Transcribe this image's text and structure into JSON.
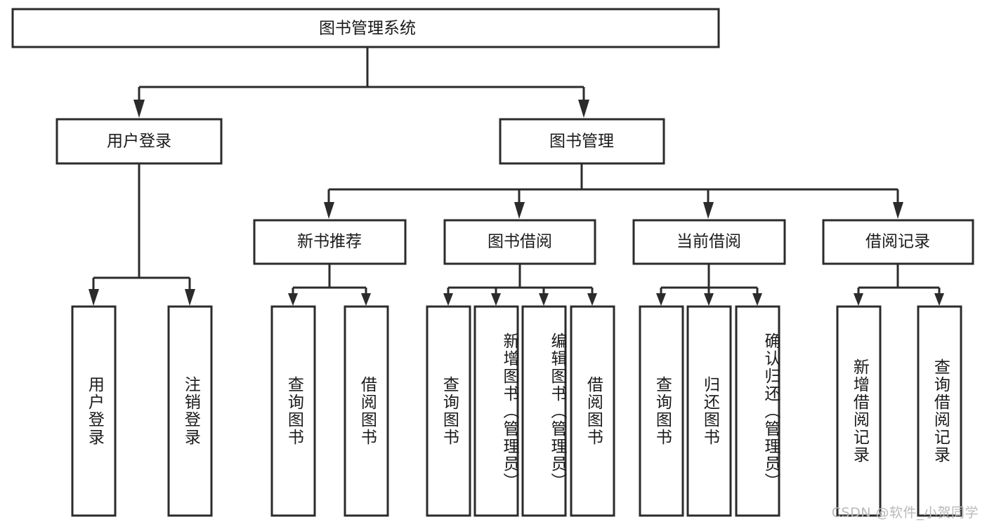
{
  "diagram": {
    "title": "图书管理系统",
    "type": "tree-hierarchy",
    "watermark": "CSDN @软件_小贺同学",
    "colors": {
      "stroke": "#2b2b2b",
      "fill": "#ffffff",
      "text": "#1a1a1a",
      "watermark": "#b9b9b9",
      "background": "#ffffff"
    },
    "levels": {
      "root": {
        "label": "图书管理系统"
      },
      "level1": [
        {
          "id": "user-login",
          "label": "用户登录"
        },
        {
          "id": "book-management",
          "label": "图书管理"
        }
      ],
      "level2": [
        {
          "id": "new-book-recommend",
          "label": "新书推荐",
          "parent": "book-management"
        },
        {
          "id": "book-borrow",
          "label": "图书借阅",
          "parent": "book-management"
        },
        {
          "id": "current-borrow",
          "label": "当前借阅",
          "parent": "book-management"
        },
        {
          "id": "borrow-record",
          "label": "借阅记录",
          "parent": "book-management"
        }
      ],
      "leaves": {
        "user-login": [
          {
            "id": "leaf-user-login",
            "label": "用户登录"
          },
          {
            "id": "leaf-logout",
            "label": "注销登录"
          }
        ],
        "new-book-recommend": [
          {
            "id": "leaf-query-book-1",
            "label": "查询图书"
          },
          {
            "id": "leaf-borrow-book-1",
            "label": "借阅图书"
          }
        ],
        "book-borrow": [
          {
            "id": "leaf-query-book-2",
            "label": "查询图书"
          },
          {
            "id": "leaf-add-book",
            "label": "新增图书（管理员）"
          },
          {
            "id": "leaf-edit-book",
            "label": "编辑图书（管理员）"
          },
          {
            "id": "leaf-borrow-book-2",
            "label": "借阅图书"
          }
        ],
        "current-borrow": [
          {
            "id": "leaf-query-book-3",
            "label": "查询图书"
          },
          {
            "id": "leaf-return-book",
            "label": "归还图书"
          },
          {
            "id": "leaf-confirm-return",
            "label": "确认归还（管理员）"
          }
        ],
        "borrow-record": [
          {
            "id": "leaf-add-record",
            "label": "新增借阅记录"
          },
          {
            "id": "leaf-query-record",
            "label": "查询借阅记录"
          }
        ]
      }
    }
  }
}
